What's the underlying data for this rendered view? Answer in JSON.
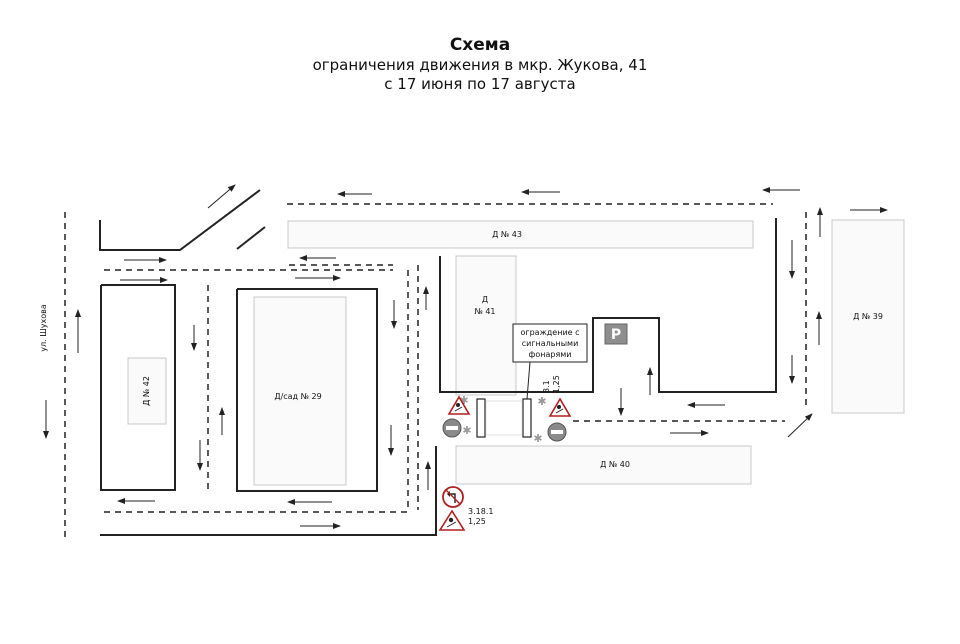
{
  "header": {
    "title": "Схема",
    "subtitle": "ограничения движения в мкр. Жукова, 41",
    "dates": "с 17 июня по 17 августа"
  },
  "map": {
    "street_label": "ул. Шухова",
    "buildings": {
      "d43": "Д № 43",
      "d41_a": "Д",
      "d41_b": "№ 41",
      "d42": "Д № 42",
      "dsad29": "Д/сад  № 29",
      "d40": "Д № 40",
      "d39": "Д № 39"
    },
    "fence_label": [
      "ограждение с",
      "сигнальными",
      "фонарями"
    ],
    "parking_sign": "P",
    "sign_31_a": "3.1",
    "sign_31_b": "1,25",
    "sign_3181_a": "3.18.1",
    "sign_3181_b": "1,25"
  },
  "colors": {
    "road": "#222222",
    "building_fill": "#fafafa",
    "building_stroke": "#c8c8c8",
    "sign_gray": "#8a8a8a",
    "parking_fill": "#8e8e8e"
  }
}
